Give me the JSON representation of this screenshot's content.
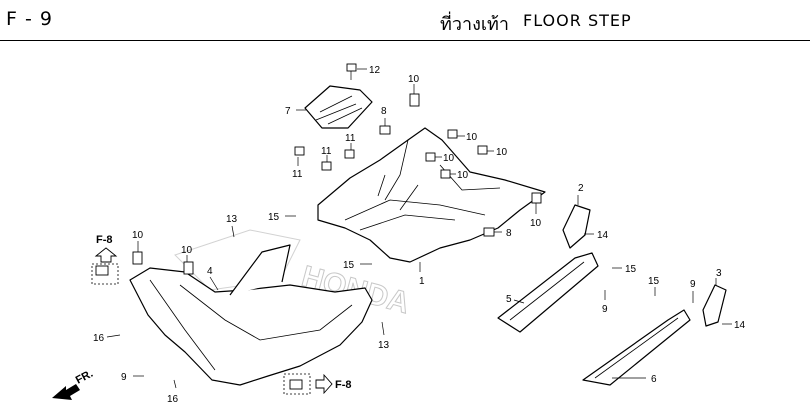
{
  "header": {
    "page_code": "F - 9",
    "title_th": "ที่วางเท้า",
    "title_en": "FLOOR STEP"
  },
  "callouts": {
    "c1": "1",
    "c2": "2",
    "c3": "3",
    "c4": "4",
    "c5": "5",
    "c6": "6",
    "c7": "7",
    "c8a": "8",
    "c8b": "8",
    "c9a": "9",
    "c9b": "9",
    "c9c": "9",
    "c10a": "10",
    "c10b": "10",
    "c10c": "10",
    "c10d": "10",
    "c10e": "10",
    "c10f": "10",
    "c10g": "10",
    "c11a": "11",
    "c11b": "11",
    "c11c": "11",
    "c12": "12",
    "c13a": "13",
    "c13b": "13",
    "c14a": "14",
    "c14b": "14",
    "c15a": "15",
    "c15b": "15",
    "c15c": "15",
    "c15d": "15",
    "c16a": "16",
    "c16b": "16"
  },
  "refs": {
    "ref_top": "F-8",
    "ref_bottom": "F-8",
    "front": "FR."
  },
  "watermark": "HONDA"
}
